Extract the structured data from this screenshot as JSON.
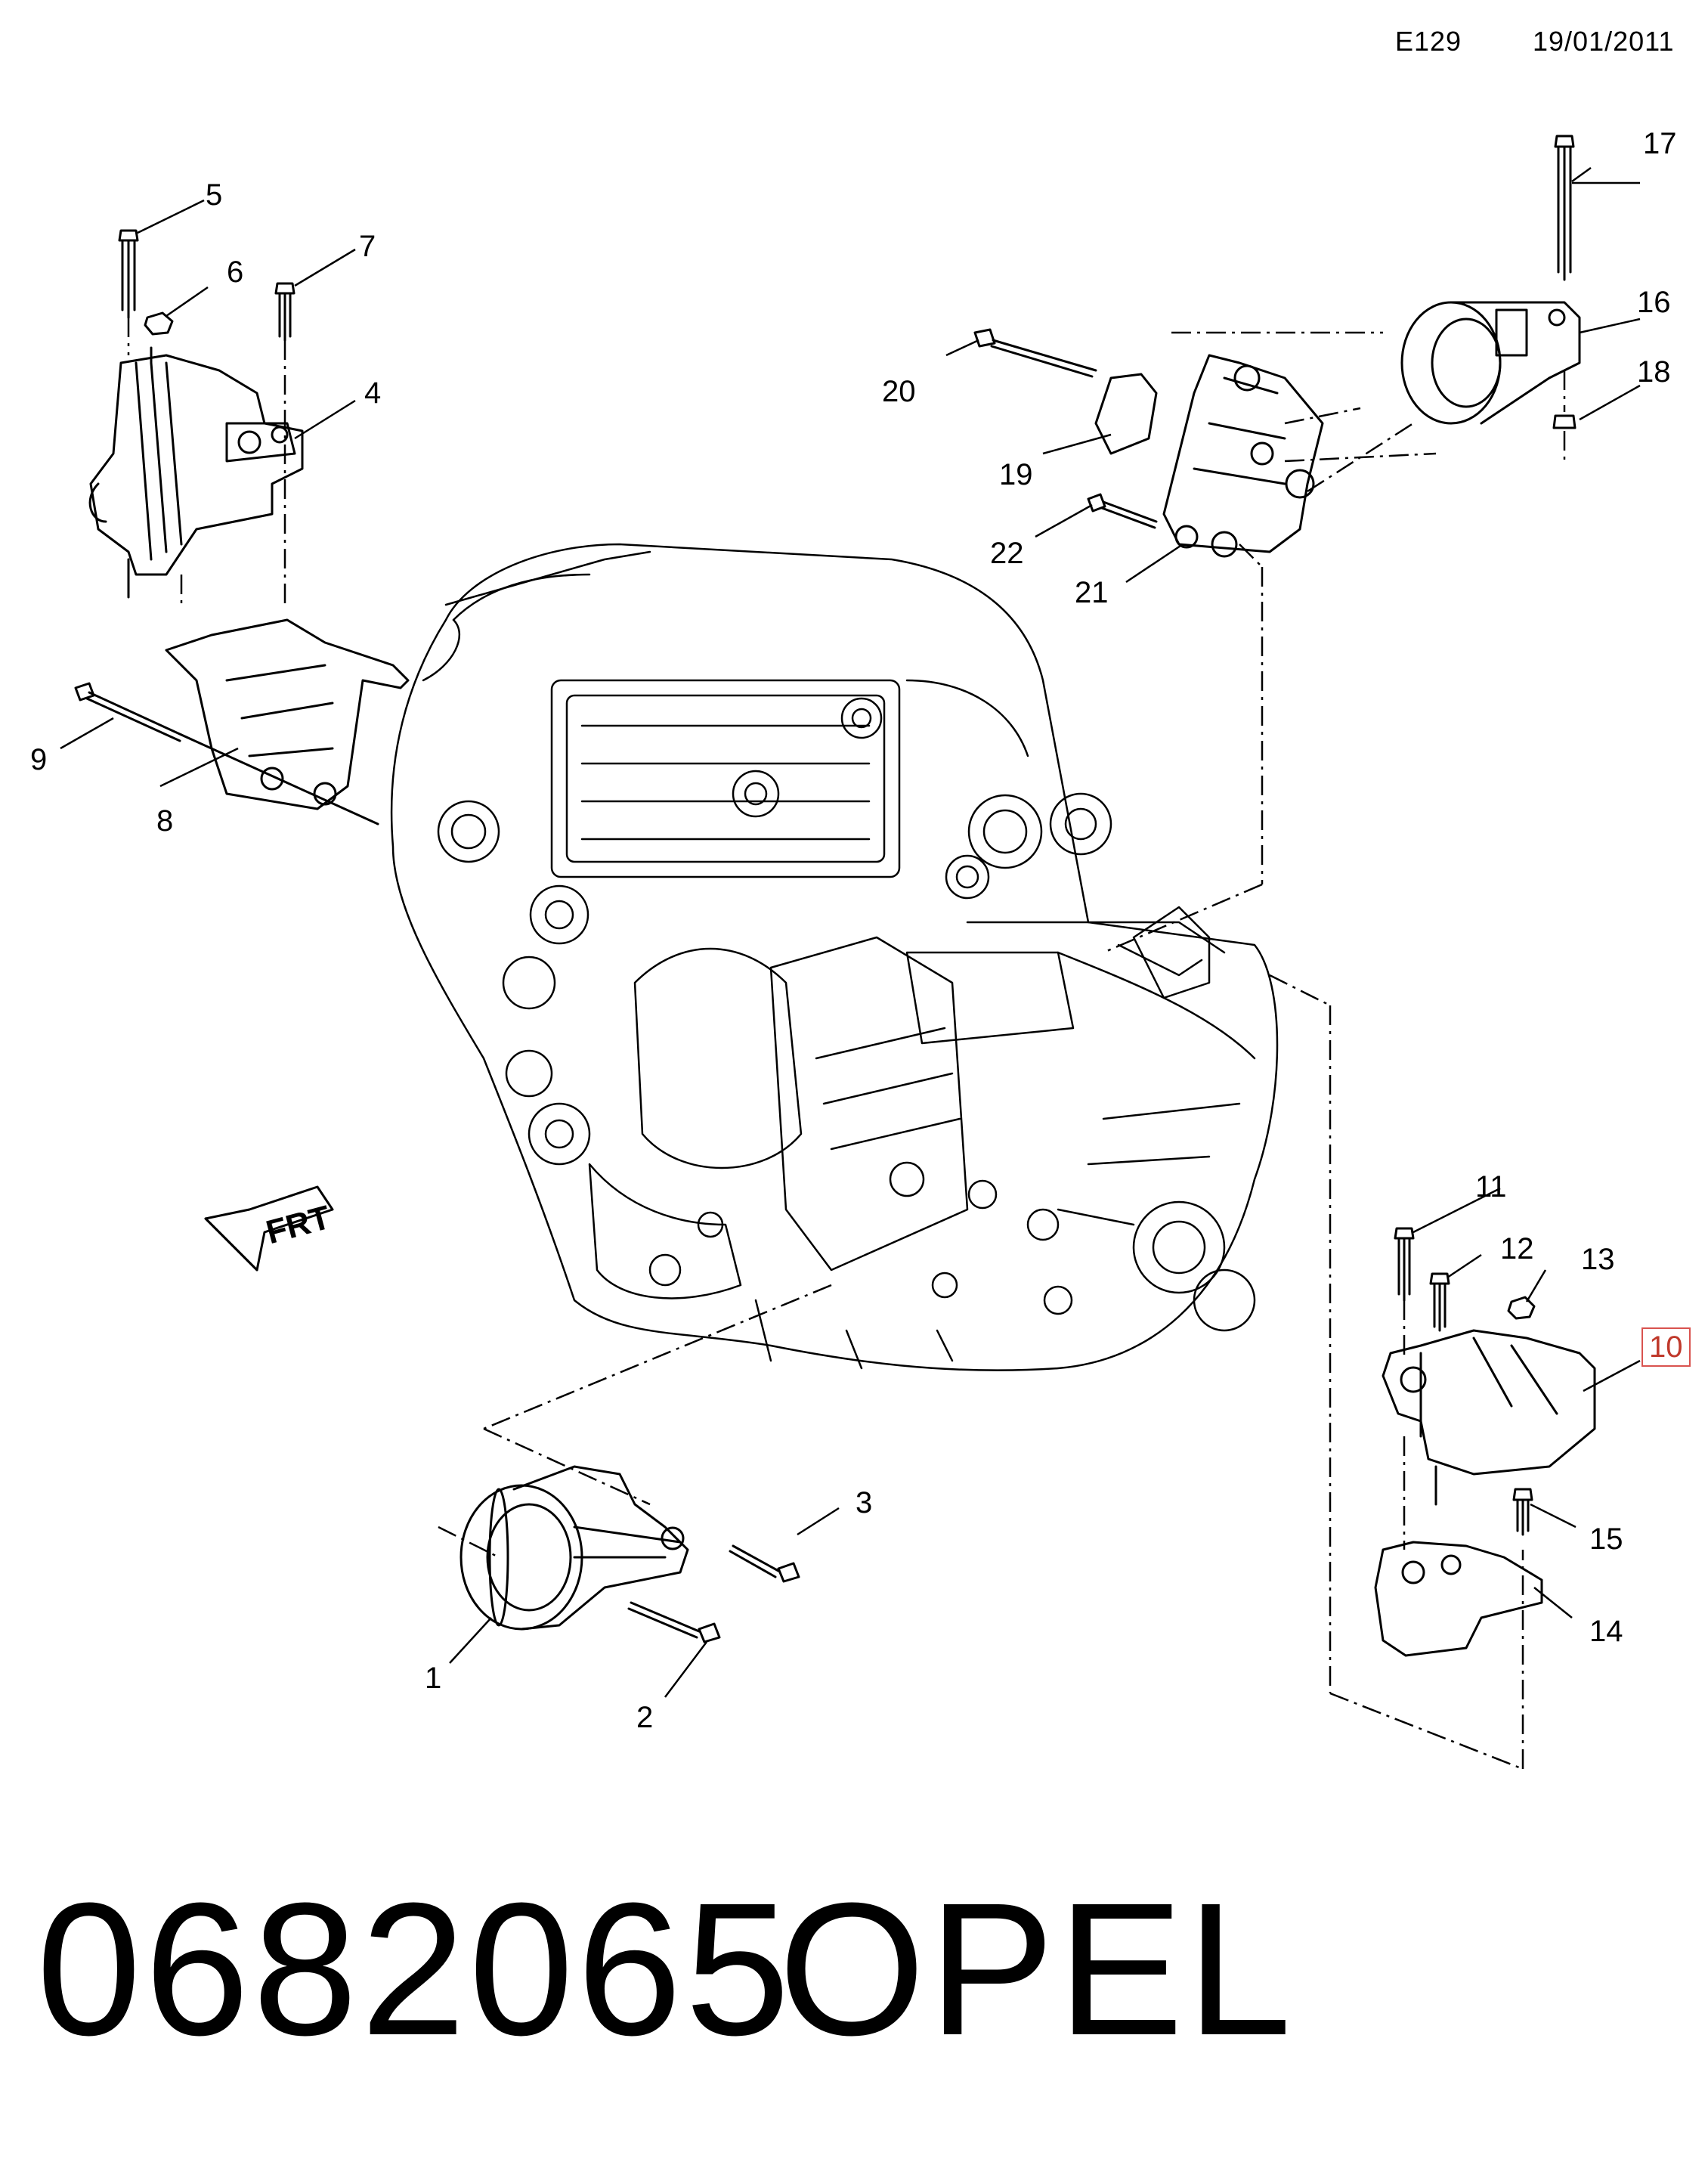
{
  "header": {
    "code": "E129",
    "date": "19/01/2011"
  },
  "callouts": [
    "1",
    "2",
    "3",
    "4",
    "5",
    "6",
    "7",
    "8",
    "9",
    "10",
    "11",
    "12",
    "13",
    "14",
    "15",
    "16",
    "17",
    "18",
    "19",
    "20",
    "21",
    "22"
  ],
  "orientation_arrow_label": "FRT",
  "footer": {
    "part_number": "0682065",
    "brand": "OPEL"
  },
  "colors": {
    "line": "#000000",
    "highlight_box": "#d9534f"
  }
}
